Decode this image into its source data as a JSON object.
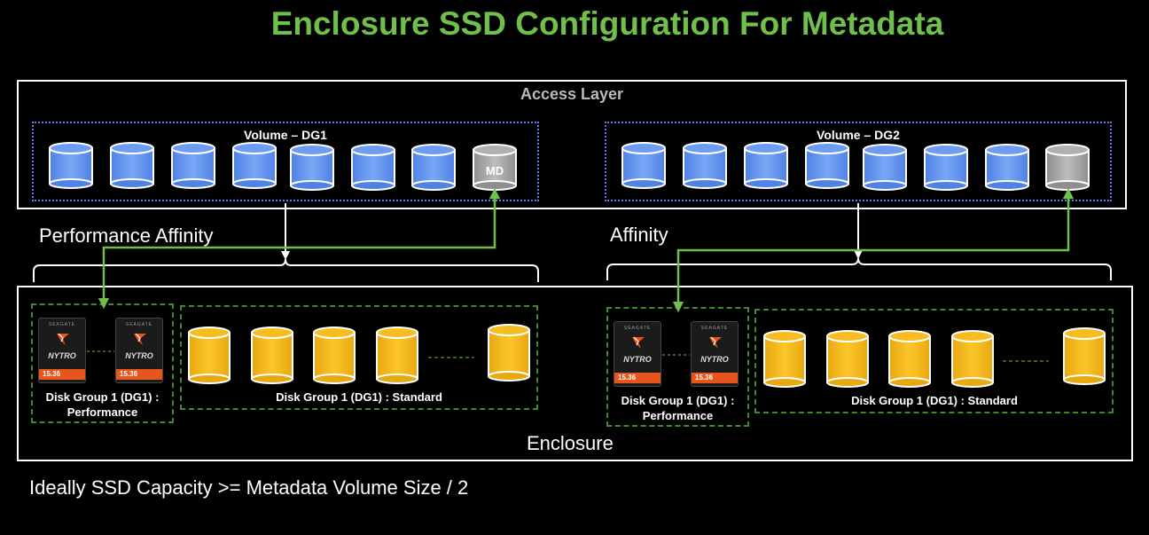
{
  "title": "Enclosure SSD Configuration For Metadata",
  "access_layer": {
    "label": "Access Layer"
  },
  "volumes": [
    {
      "label": "Volume – DG1",
      "md_label": "MD"
    },
    {
      "label": "Volume – DG2"
    }
  ],
  "affinity_labels": [
    "Performance Affinity",
    "Affinity"
  ],
  "enclosure": {
    "label": "Enclosure"
  },
  "disk_groups": [
    {
      "perf_label": "Disk Group 1 (DG1) : Performance",
      "std_label": "Disk Group 1 (DG1) : Standard"
    },
    {
      "perf_label": "Disk Group 1 (DG1) : Performance",
      "std_label": "Disk Group 1 (DG1) : Standard"
    }
  ],
  "ssd": {
    "brand": "SEAGATE",
    "model": "NYTRO",
    "capacity": "15.36"
  },
  "footnote": "Ideally SSD Capacity >= Metadata Volume Size / 2",
  "colors": {
    "title": "#6fbf4a",
    "volume_disk": "#5b8ff0",
    "md_disk": "#a8a8a8",
    "hdd": "#f5b715",
    "arrow": "#6fbf4a",
    "dg_border": "#3f8a2a",
    "volume_border": "#5b7be8"
  }
}
